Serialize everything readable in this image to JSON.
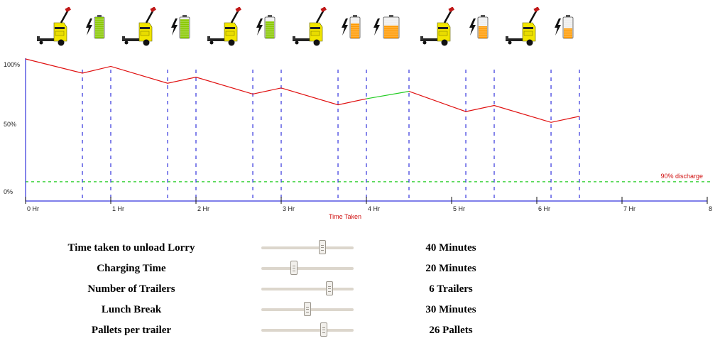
{
  "header_icons": [
    {
      "icon": "pallet-truck-icon"
    },
    {
      "icon": "battery-charging-icon",
      "level": 1.0
    },
    {
      "icon": "pallet-truck-icon"
    },
    {
      "icon": "battery-charging-icon",
      "level": 0.9
    },
    {
      "icon": "pallet-truck-icon"
    },
    {
      "icon": "battery-charging-icon",
      "level": 0.8
    },
    {
      "icon": "pallet-truck-icon"
    },
    {
      "icon": "battery-charging-icon",
      "level": 0.7
    },
    {
      "icon": "battery-charging-wide-icon",
      "level": 0.6
    },
    {
      "icon": "pallet-truck-icon"
    },
    {
      "icon": "battery-charging-icon",
      "level": 0.55
    },
    {
      "icon": "pallet-truck-icon"
    },
    {
      "icon": "battery-charging-icon",
      "level": 0.45
    }
  ],
  "colors": {
    "discharge_line": "#e01010",
    "charge_line": "#22cc22",
    "event_line": "#3333dd",
    "threshold_line": "#22cc22",
    "axis": "#3333dd",
    "truck_yellow": "#f2e600",
    "battery_green": "#88c800",
    "battery_orange": "#ff9900"
  },
  "chart_data": {
    "type": "line",
    "xlabel": "Time Taken",
    "ylabel": "",
    "x_unit": "hours",
    "xlim": [
      0,
      8
    ],
    "ylim": [
      0,
      100
    ],
    "x_ticks": [
      "0 Hr",
      "1 Hr",
      "2 Hr",
      "3 Hr",
      "4 Hr",
      "5 Hr",
      "6 Hr",
      "7 Hr",
      "8"
    ],
    "y_ticks": [
      "0%",
      "50%",
      "100%"
    ],
    "y_tick_values": [
      0,
      50,
      100
    ],
    "series": [
      {
        "role": "discharge",
        "x": [
          0,
          0.667,
          1.0,
          1.667,
          2.0,
          2.667,
          3.0,
          3.667,
          4.0
        ],
        "y": [
          100,
          89.5,
          94.5,
          82,
          86.5,
          74,
          78.5,
          66,
          70.5
        ]
      },
      {
        "role": "charge",
        "x": [
          4.0,
          4.5
        ],
        "y": [
          70.5,
          76
        ]
      },
      {
        "role": "discharge",
        "x": [
          4.5,
          5.167,
          5.5,
          6.167,
          6.5
        ],
        "y": [
          76,
          61,
          65.5,
          53,
          57.5
        ]
      }
    ],
    "event_times": [
      0.667,
      1.0,
      1.667,
      2.0,
      2.667,
      3.0,
      3.667,
      4.0,
      4.5,
      5.167,
      5.5,
      6.167,
      6.5
    ],
    "threshold": {
      "y": 9,
      "label": "90% discharge"
    },
    "grid": false,
    "legend": "none"
  },
  "controls": [
    {
      "label": "Time taken to unload Lorry",
      "slider_fraction": 0.66,
      "value": "40 Minutes"
    },
    {
      "label": "Charging Time",
      "slider_fraction": 0.35,
      "value": "20 Minutes"
    },
    {
      "label": "Number of Trailers",
      "slider_fraction": 0.74,
      "value": "6 Trailers"
    },
    {
      "label": "Lunch Break",
      "slider_fraction": 0.5,
      "value": "30 Minutes"
    },
    {
      "label": "Pallets per trailer",
      "slider_fraction": 0.68,
      "value": "26 Pallets"
    }
  ]
}
